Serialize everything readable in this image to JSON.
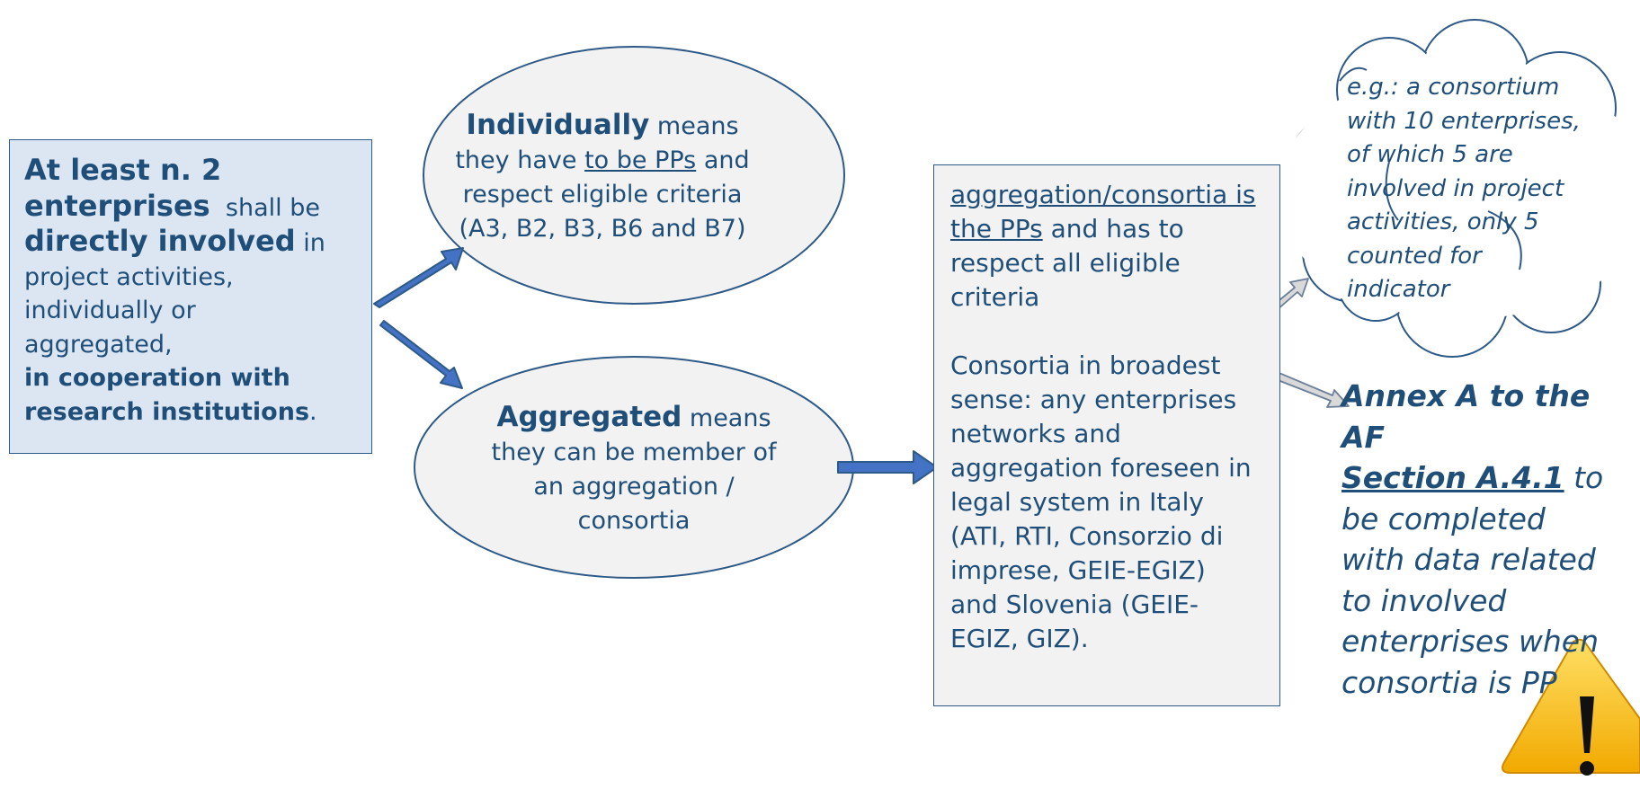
{
  "left_box": {
    "l1": "At least n. 2",
    "l2_bold": "enterprises",
    "l2_rest": "shall be",
    "l3_bold": "directly involved",
    "l3_rest": "in",
    "l4": "project activities,",
    "l5": "individually or",
    "l6": "aggregated,",
    "l7": "in cooperation with",
    "l8": "research institutions",
    "l8_end": "."
  },
  "ellipse_individually": {
    "bold": "Individually",
    "means": "means",
    "l2_pre": "they have",
    "l2_u": "to be PPs",
    "l2_post": "and",
    "l3": "respect eligible criteria",
    "l4": "(A3, B2, B3, B6 and B7)"
  },
  "ellipse_aggregated": {
    "bold": "Aggregated",
    "means": "means",
    "l2": "they can be member of",
    "l3": "an aggregation /",
    "l4": "consortia"
  },
  "middle_box": {
    "u1": "aggregation/consortia is",
    "u2": "the PPs",
    "l2_rest": "and  has to",
    "l3": "respect all eligible",
    "l4": "criteria",
    "l5": "Consortia in broadest",
    "l6": "sense: any enterprises",
    "l7": "networks and",
    "l8": "aggregation foreseen in",
    "l9": "legal system in Italy",
    "l10": "(ATI, RTI, Consorzio di",
    "l11": "imprese, GEIE-EGIZ)",
    "l12": "and Slovenia (GEIE-",
    "l13": "EGIZ, GIZ)."
  },
  "cloud": {
    "l1": "e.g.: a consortium",
    "l2": "with 10 enterprises,",
    "l3": "of which 5 are",
    "l4": "involved in project",
    "l5": "activities, only 5",
    "l6": "counted for",
    "l7": "indicator"
  },
  "annex": {
    "l1": "Annex A to the AF",
    "l2_u": "Section A.4.1",
    "l2_rest": "to",
    "l3": "be completed",
    "l4": "with data related",
    "l5": "to involved",
    "l6": "enterprises when",
    "l7": "consortia is PP"
  },
  "warning": {
    "symbol": "!"
  },
  "colors": {
    "text": "#1f4e79",
    "arrow_fill": "#4472c4",
    "arrow_stroke": "#2e5a88",
    "left_box_fill": "#dce6f2",
    "shape_fill": "#f2f2f2",
    "warning_fill": "#ffc000"
  }
}
